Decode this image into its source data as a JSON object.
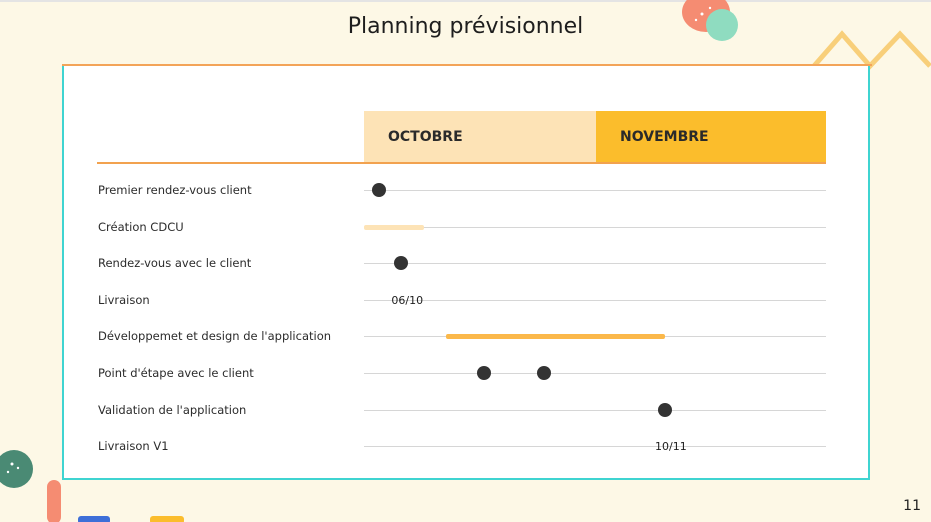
{
  "slide": {
    "title": "Planning prévisionnel",
    "page_number": "11"
  },
  "chart_data": {
    "type": "gantt",
    "months": [
      "OCTOBRE",
      "NOVEMBRE"
    ],
    "colors": {
      "octobre": "#fde3b6",
      "novembre": "#fbbd2c",
      "accent_line": "#f2a24f",
      "card_border": "#3fd4d1",
      "milestone": "#333333"
    },
    "tasks": [
      {
        "label": "Premier rendez-vous client",
        "type": "milestones",
        "dates": [
          "2023-10-03"
        ]
      },
      {
        "label": "Création CDCU",
        "type": "bar",
        "start": "2023-10-01",
        "end": "2023-10-09",
        "style": "light"
      },
      {
        "label": "Rendez-vous avec le client",
        "type": "milestones",
        "dates": [
          "2023-10-06"
        ]
      },
      {
        "label": "Livraison",
        "type": "text",
        "date_text": "06/10",
        "date": "2023-10-06"
      },
      {
        "label": "Développemet et design de l'application",
        "type": "bar",
        "start": "2023-10-12",
        "end": "2023-11-10",
        "style": "orange"
      },
      {
        "label": "Point d'étape avec le client",
        "type": "milestones",
        "dates": [
          "2023-10-17",
          "2023-10-25"
        ]
      },
      {
        "label": "Validation de l'application",
        "type": "milestones",
        "dates": [
          "2023-11-10"
        ]
      },
      {
        "label": "Livraison V1",
        "type": "text",
        "date_text": "10/11",
        "date": "2023-11-10"
      }
    ]
  }
}
